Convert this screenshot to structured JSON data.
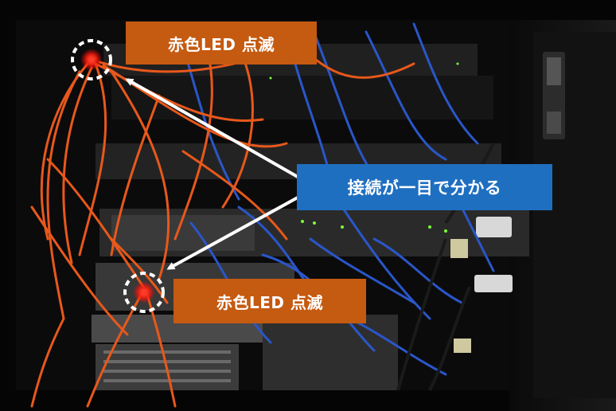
{
  "callouts": {
    "led_top": "赤色LED 点滅",
    "led_bottom": "赤色LED 点滅",
    "connection": "接続が一目で分かる"
  },
  "colors": {
    "led_label_bg": "#c55a11",
    "connection_label_bg": "#1f6fc0",
    "cable_orange": "#e8581b",
    "cable_blue": "#2a56c8",
    "led_red": "#ff2a1a",
    "arrow": "#ffffff"
  }
}
